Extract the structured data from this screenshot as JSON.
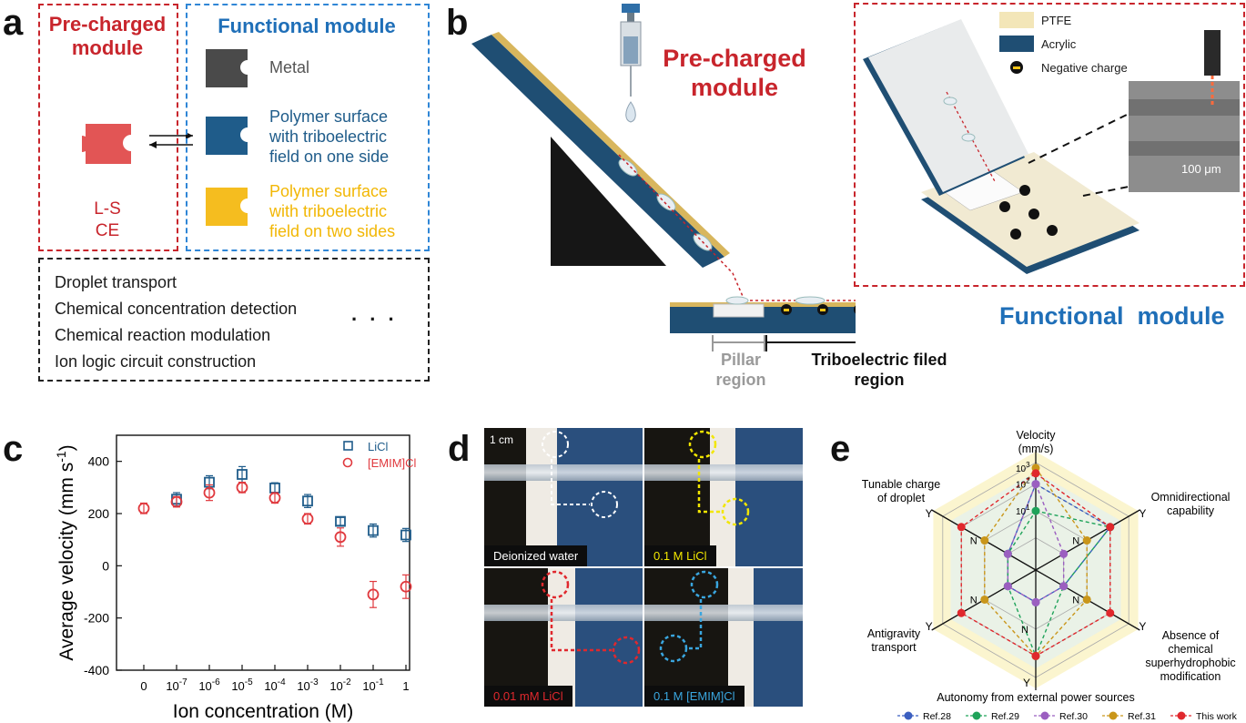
{
  "panel_a": {
    "label": "a",
    "precharged_title_1": "Pre-charged",
    "precharged_title_2": "module",
    "lsce_1": "L-S",
    "lsce_2": "CE",
    "functional_title": "Functional module",
    "items": [
      {
        "lines": [
          "Metal"
        ],
        "color": "#555555"
      },
      {
        "lines": [
          "Polymer surface",
          "with triboelectric",
          "field on one side"
        ],
        "color": "#1f5c8a"
      },
      {
        "lines": [
          "Polymer surface",
          "with triboelectric",
          "field on two sides"
        ],
        "color": "#f2b705"
      }
    ],
    "applications": [
      "Droplet transport",
      "Chemical concentration detection",
      "Chemical reaction modulation",
      "Ion logic circuit construction"
    ],
    "ellipsis": ". . ."
  },
  "panel_b": {
    "label": "b",
    "precharged_1": "Pre-charged",
    "precharged_2": "module",
    "functional": "Functional  module",
    "pillar_1": "Pillar",
    "pillar_2": "region",
    "tribo_1": "Triboelectric filed",
    "tribo_2": "region",
    "legend": [
      "PTFE",
      "Acrylic",
      "Negative charge"
    ],
    "scale": "100 μm",
    "colors": {
      "ptfe": "#f3e6b8",
      "acrylic": "#1f4e73",
      "accent": "#c8252c"
    }
  },
  "panel_c": {
    "label": "c",
    "chart_data": {
      "type": "scatter",
      "xlabel": "Ion concentration (M)",
      "ylabel": "Average velocity (mm s",
      "ylabel_sup": "-1",
      "ylabel_end": ")",
      "ylim": [
        -400,
        500
      ],
      "yticks": [
        -400,
        -200,
        0,
        200,
        400
      ],
      "categories": [
        "0",
        "10",
        "10",
        "10",
        "10",
        "10",
        "10",
        "10",
        "1"
      ],
      "category_sups": [
        "",
        "-7",
        "-6",
        "-5",
        "-4",
        "-3",
        "-2",
        "-1",
        ""
      ],
      "series": [
        {
          "name": "LiCl",
          "marker": "square",
          "color": "#1f5c8a",
          "values": [
            null,
            255,
            320,
            350,
            298,
            248,
            170,
            135,
            118
          ],
          "errors": [
            null,
            25,
            25,
            30,
            20,
            25,
            15,
            25,
            25
          ]
        },
        {
          "name": "[EMIM]Cl",
          "marker": "circle",
          "color": "#e0393e",
          "values": [
            220,
            245,
            280,
            300,
            260,
            180,
            110,
            -110,
            -80
          ],
          "errors": [
            20,
            20,
            30,
            20,
            20,
            20,
            35,
            50,
            45
          ]
        }
      ]
    }
  },
  "panel_d": {
    "label": "d",
    "scale": "1 cm",
    "captions": [
      {
        "text": "Deionized water",
        "color": "#ffffff"
      },
      {
        "text": "0.1 M LiCl",
        "color": "#f2e600"
      },
      {
        "text": "0.01 mM LiCl",
        "color": "#e0282d"
      },
      {
        "text": "0.1 M [EMIM]Cl",
        "color": "#3aa6df"
      }
    ]
  },
  "panel_e": {
    "label": "e",
    "axes": [
      [
        "Velocity",
        "(mm/s)"
      ],
      [
        "Omnidirectional",
        "capability"
      ],
      [
        "Absence of",
        "chemical",
        "superhydrophobic",
        "modification"
      ],
      [
        "Autonomy from external power sources"
      ],
      [
        "Antigravity",
        "transport"
      ],
      [
        "Tunable charge",
        "of droplet"
      ]
    ],
    "ring_labels": [
      "10",
      "10",
      "10"
    ],
    "ring_sups": [
      "1",
      "2",
      "3"
    ],
    "yes": "Y",
    "no": "N",
    "legend": [
      {
        "name": "Ref.28",
        "color": "#3b5fc0"
      },
      {
        "name": "Ref.29",
        "color": "#1fa35a"
      },
      {
        "name": "Ref.30",
        "color": "#9b5fc0"
      },
      {
        "name": "Ref.31",
        "color": "#c9961a"
      },
      {
        "name": "This work",
        "color": "#e0282d"
      }
    ]
  }
}
